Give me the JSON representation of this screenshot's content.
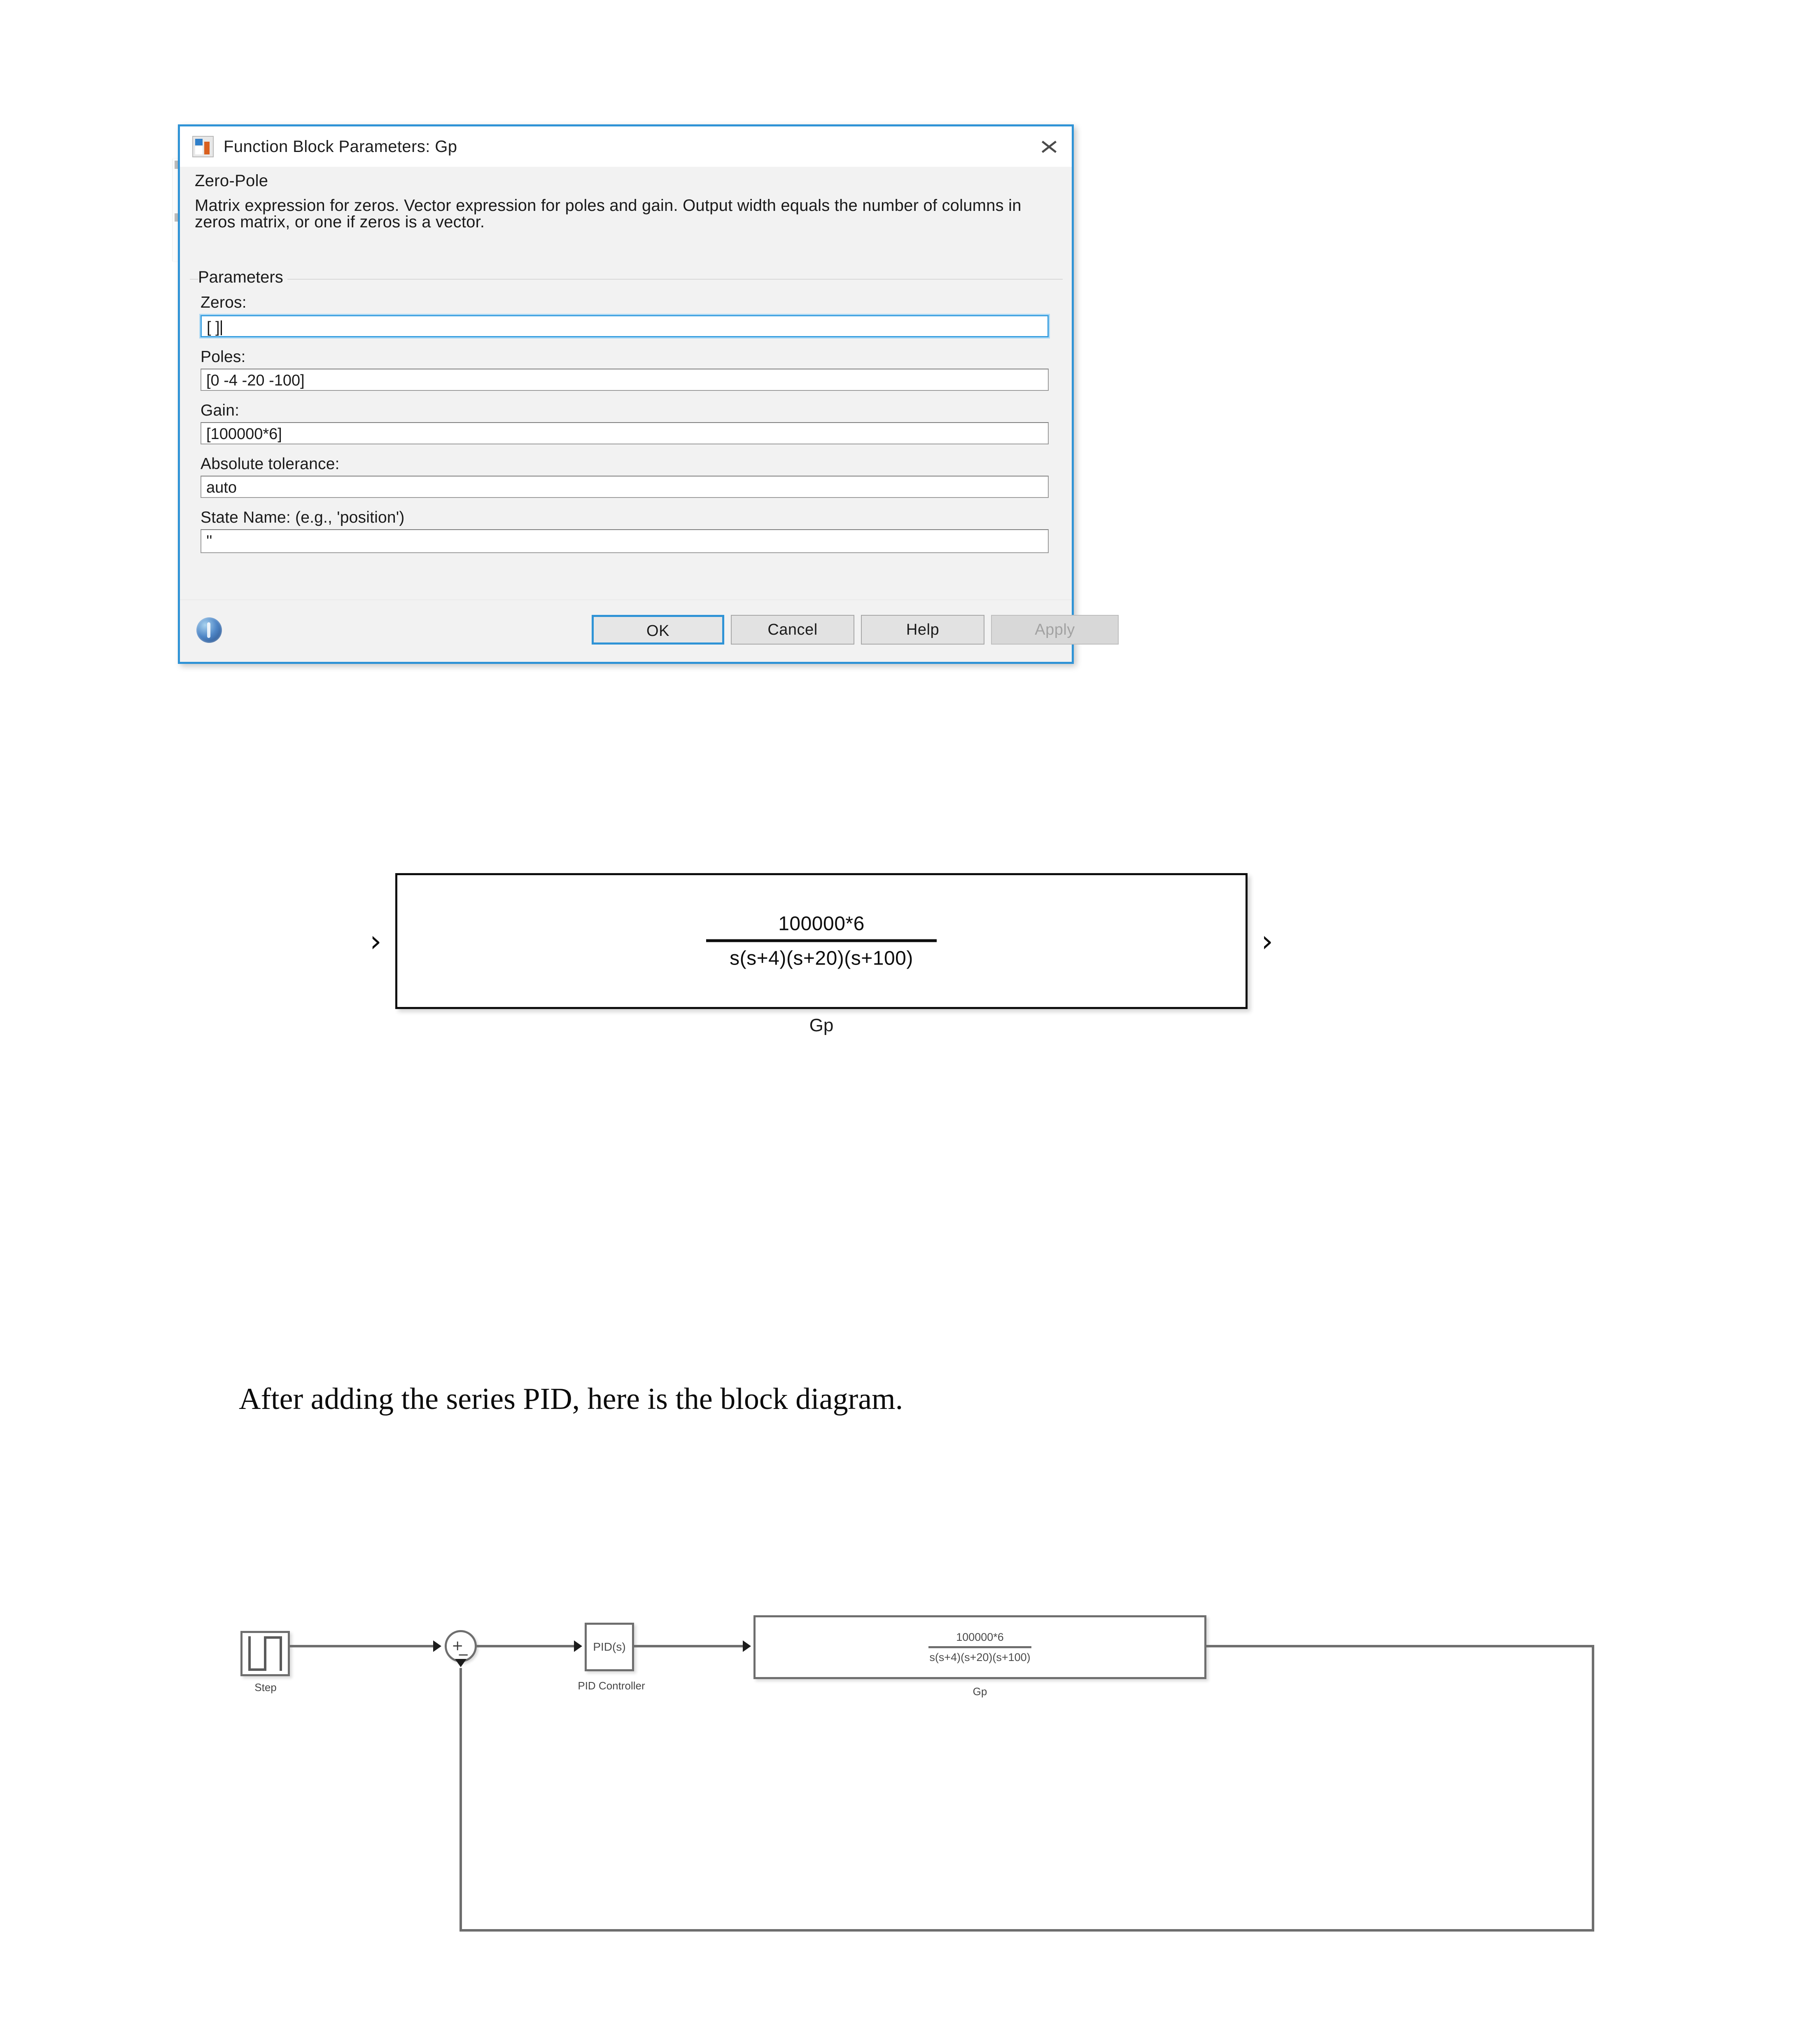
{
  "dialog": {
    "title": "Function Block Parameters: Gp",
    "icon": "simulink-block-icon",
    "close_icon": "close-icon",
    "block_type": "Zero-Pole",
    "description": "Matrix expression for zeros.  Vector expression for poles and gain.  Output width equals the number of columns in zeros matrix, or one if zeros is a vector.",
    "parameters_legend": "Parameters",
    "fields": [
      {
        "label": "Zeros:",
        "value": "[ ]",
        "focused": true
      },
      {
        "label": "Poles:",
        "value": "[0 -4 -20 -100]",
        "focused": false
      },
      {
        "label": "Gain:",
        "value": "[100000*6]",
        "focused": false
      },
      {
        "label": "Absolute tolerance:",
        "value": "auto",
        "focused": false
      },
      {
        "label": "State Name: (e.g., 'position')",
        "value": "''",
        "focused": false
      }
    ],
    "help_icon": "help-orb-icon",
    "buttons": [
      {
        "label": "OK",
        "state": "focused"
      },
      {
        "label": "Cancel",
        "state": "normal"
      },
      {
        "label": "Help",
        "state": "normal"
      },
      {
        "label": "Apply",
        "state": "disabled"
      }
    ]
  },
  "gp_standalone": {
    "numerator": "100000*6",
    "denominator": "s(s+4)(s+20)(s+100)",
    "label": "Gp",
    "input_port_glyph": "›",
    "output_port_glyph": "›"
  },
  "caption": "After adding the series PID, here is the block diagram.",
  "diagram": {
    "step": {
      "label": "Step",
      "icon": "step-signal-icon"
    },
    "sum": {
      "plus": "+",
      "minus": "−",
      "icon": "sum-junction-icon"
    },
    "pid": {
      "text": "PID(s)",
      "label": "PID Controller"
    },
    "gp": {
      "numerator": "100000*6",
      "denominator": "s(s+4)(s+20)(s+100)",
      "label": "Gp"
    }
  },
  "colors": {
    "dialog_accent": "#2f93d6",
    "dialog_bg": "#f2f2f2",
    "wire": "#6e6e6e",
    "block_border_dark": "#0d0d0d"
  }
}
